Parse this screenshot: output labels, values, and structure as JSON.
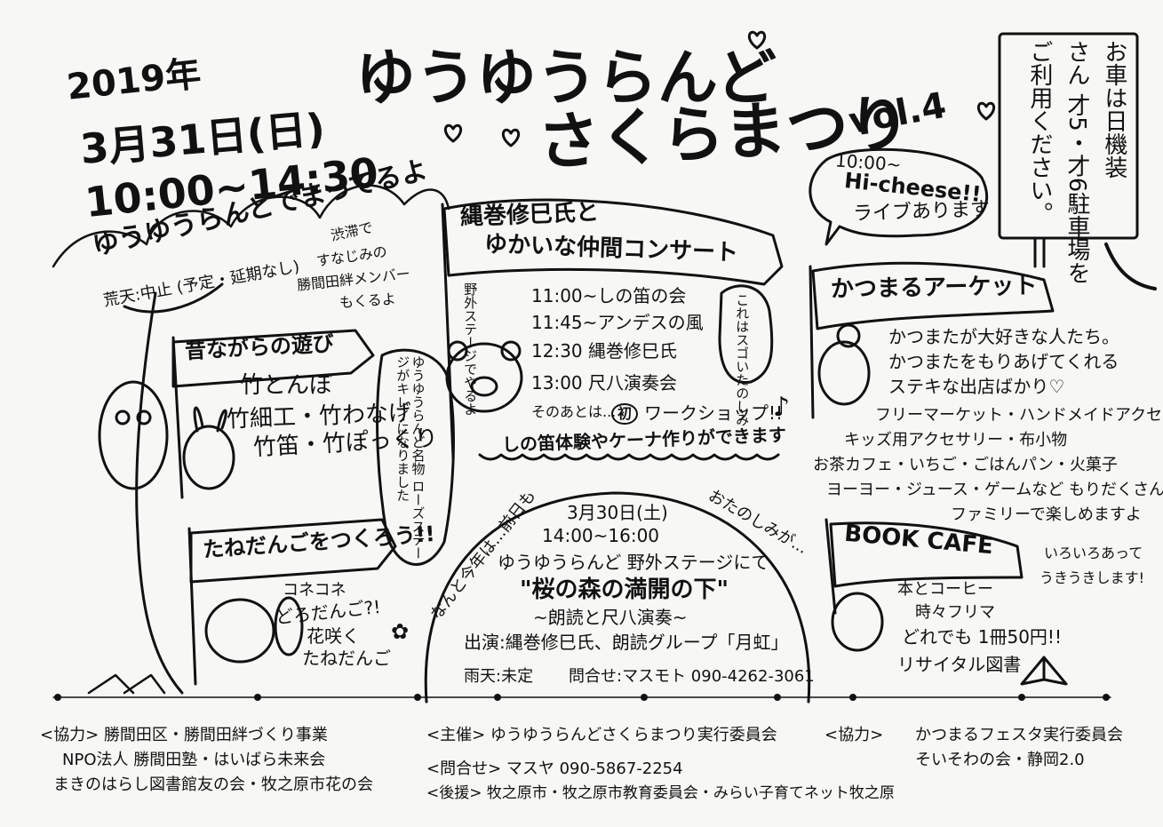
{
  "header": {
    "year": "2019年",
    "date": "3月31日(日)",
    "time": "10:00~14:30",
    "waiting_note": "ゆうゆうらんどでまってるよ",
    "rain_note": "荒天:中止 (予定・延期なし)",
    "title_line1": "ゆうゆうらんど",
    "title_line2": "さくらまつり",
    "vol": "vol.4"
  },
  "parking": {
    "text_col1": "お車は日機装",
    "text_col2": "さん 才5・才6駐車場を",
    "text_col3": "ご利用ください。"
  },
  "hi_cheese": {
    "line1": "10:00~",
    "line2": "Hi-cheese!!",
    "line3": "ライブあります"
  },
  "left": {
    "memo": [
      "渋滞で",
      "すなじみの",
      "勝間田絆メンバー",
      "もくるよ"
    ],
    "play_banner": "昔ながらの遊び",
    "play_items": [
      "竹とんぼ",
      "竹細工・竹わなげ",
      "竹笛・竹ぽっくり"
    ],
    "seed_banner": "たねだんごをつくろう!!",
    "seed_notes": [
      "コネコネ",
      "どろだんご?!",
      "花咲く",
      "たねだんご"
    ]
  },
  "concert": {
    "banner_line1": "縄巻修巳氏と",
    "banner_line2": "ゆかいな仲間コンサート",
    "stage_note": "野外ステージでやるよ",
    "schedule": [
      "11:00~しの笛の会",
      "11:45~アンデスの風",
      "12:30 縄巻修巳氏",
      "13:00 尺八演奏会"
    ],
    "after": "そのあとは...",
    "new_badge": "初",
    "workshop": "ワークショップ!!",
    "workshop_detail": "しの笛体験やケーナ作りができます",
    "speech_bubble": "これはスゴいたのしみ",
    "rose_note": "ゆうゆうらんど名物 ローズステージがキレイになりました"
  },
  "eve": {
    "arc_left": "なんと今年は...前日も",
    "arc_right": "おたのしみが...",
    "date": "3月30日(土)",
    "time": "14:00~16:00",
    "place": "ゆうゆうらんど 野外ステージにて",
    "program_title": "\"桜の森の満開の下\"",
    "program_sub": "~朗読と尺八演奏~",
    "performers": "出演:縄巻修巳氏、朗読グループ「月虹」",
    "rain": "雨天:未定",
    "contact": "問合せ:マスモト 090-4262-3061"
  },
  "market": {
    "banner": "かつまるアーケット",
    "desc": [
      "かつまたが大好きな人たち。",
      "かつまたをもりあげてくれる",
      "ステキな出店ばかり♡",
      "フリーマーケット・ハンドメイドアクセ",
      "キッズ用アクセサリー・布小物",
      "お茶カフェ・いちご・ごはんパン・火菓子",
      "ヨーヨー・ジュース・ゲームなど もりだくさん!!",
      "ファミリーで楽しめますよ"
    ]
  },
  "book": {
    "banner": "BOOK CAFE",
    "side_note1": "いろいろあって",
    "side_note2": "うきうきします!",
    "line1": "本とコーヒー",
    "line2": "時々フリマ",
    "line3": "どれでも 1冊50円!!",
    "line4": "リサイタル図書"
  },
  "footer": {
    "support_left": [
      "<協力> 勝間田区・勝間田絆づくり事業",
      "NPO法人 勝間田塾・はいばら未来会",
      "まきのはらし図書館友の会・牧之原市花の会"
    ],
    "host": "<主催> ゆうゆうらんどさくらまつり実行委員会",
    "inquiry": "<問合せ> マスヤ 090-5867-2254",
    "sponsor": "<後援> 牧之原市・牧之原市教育委員会・みらい子育てネット牧之原",
    "support_right_label": "<協力>",
    "support_right": [
      "かつまるフェスタ実行委員会",
      "そいそわの会・静岡2.0"
    ]
  }
}
